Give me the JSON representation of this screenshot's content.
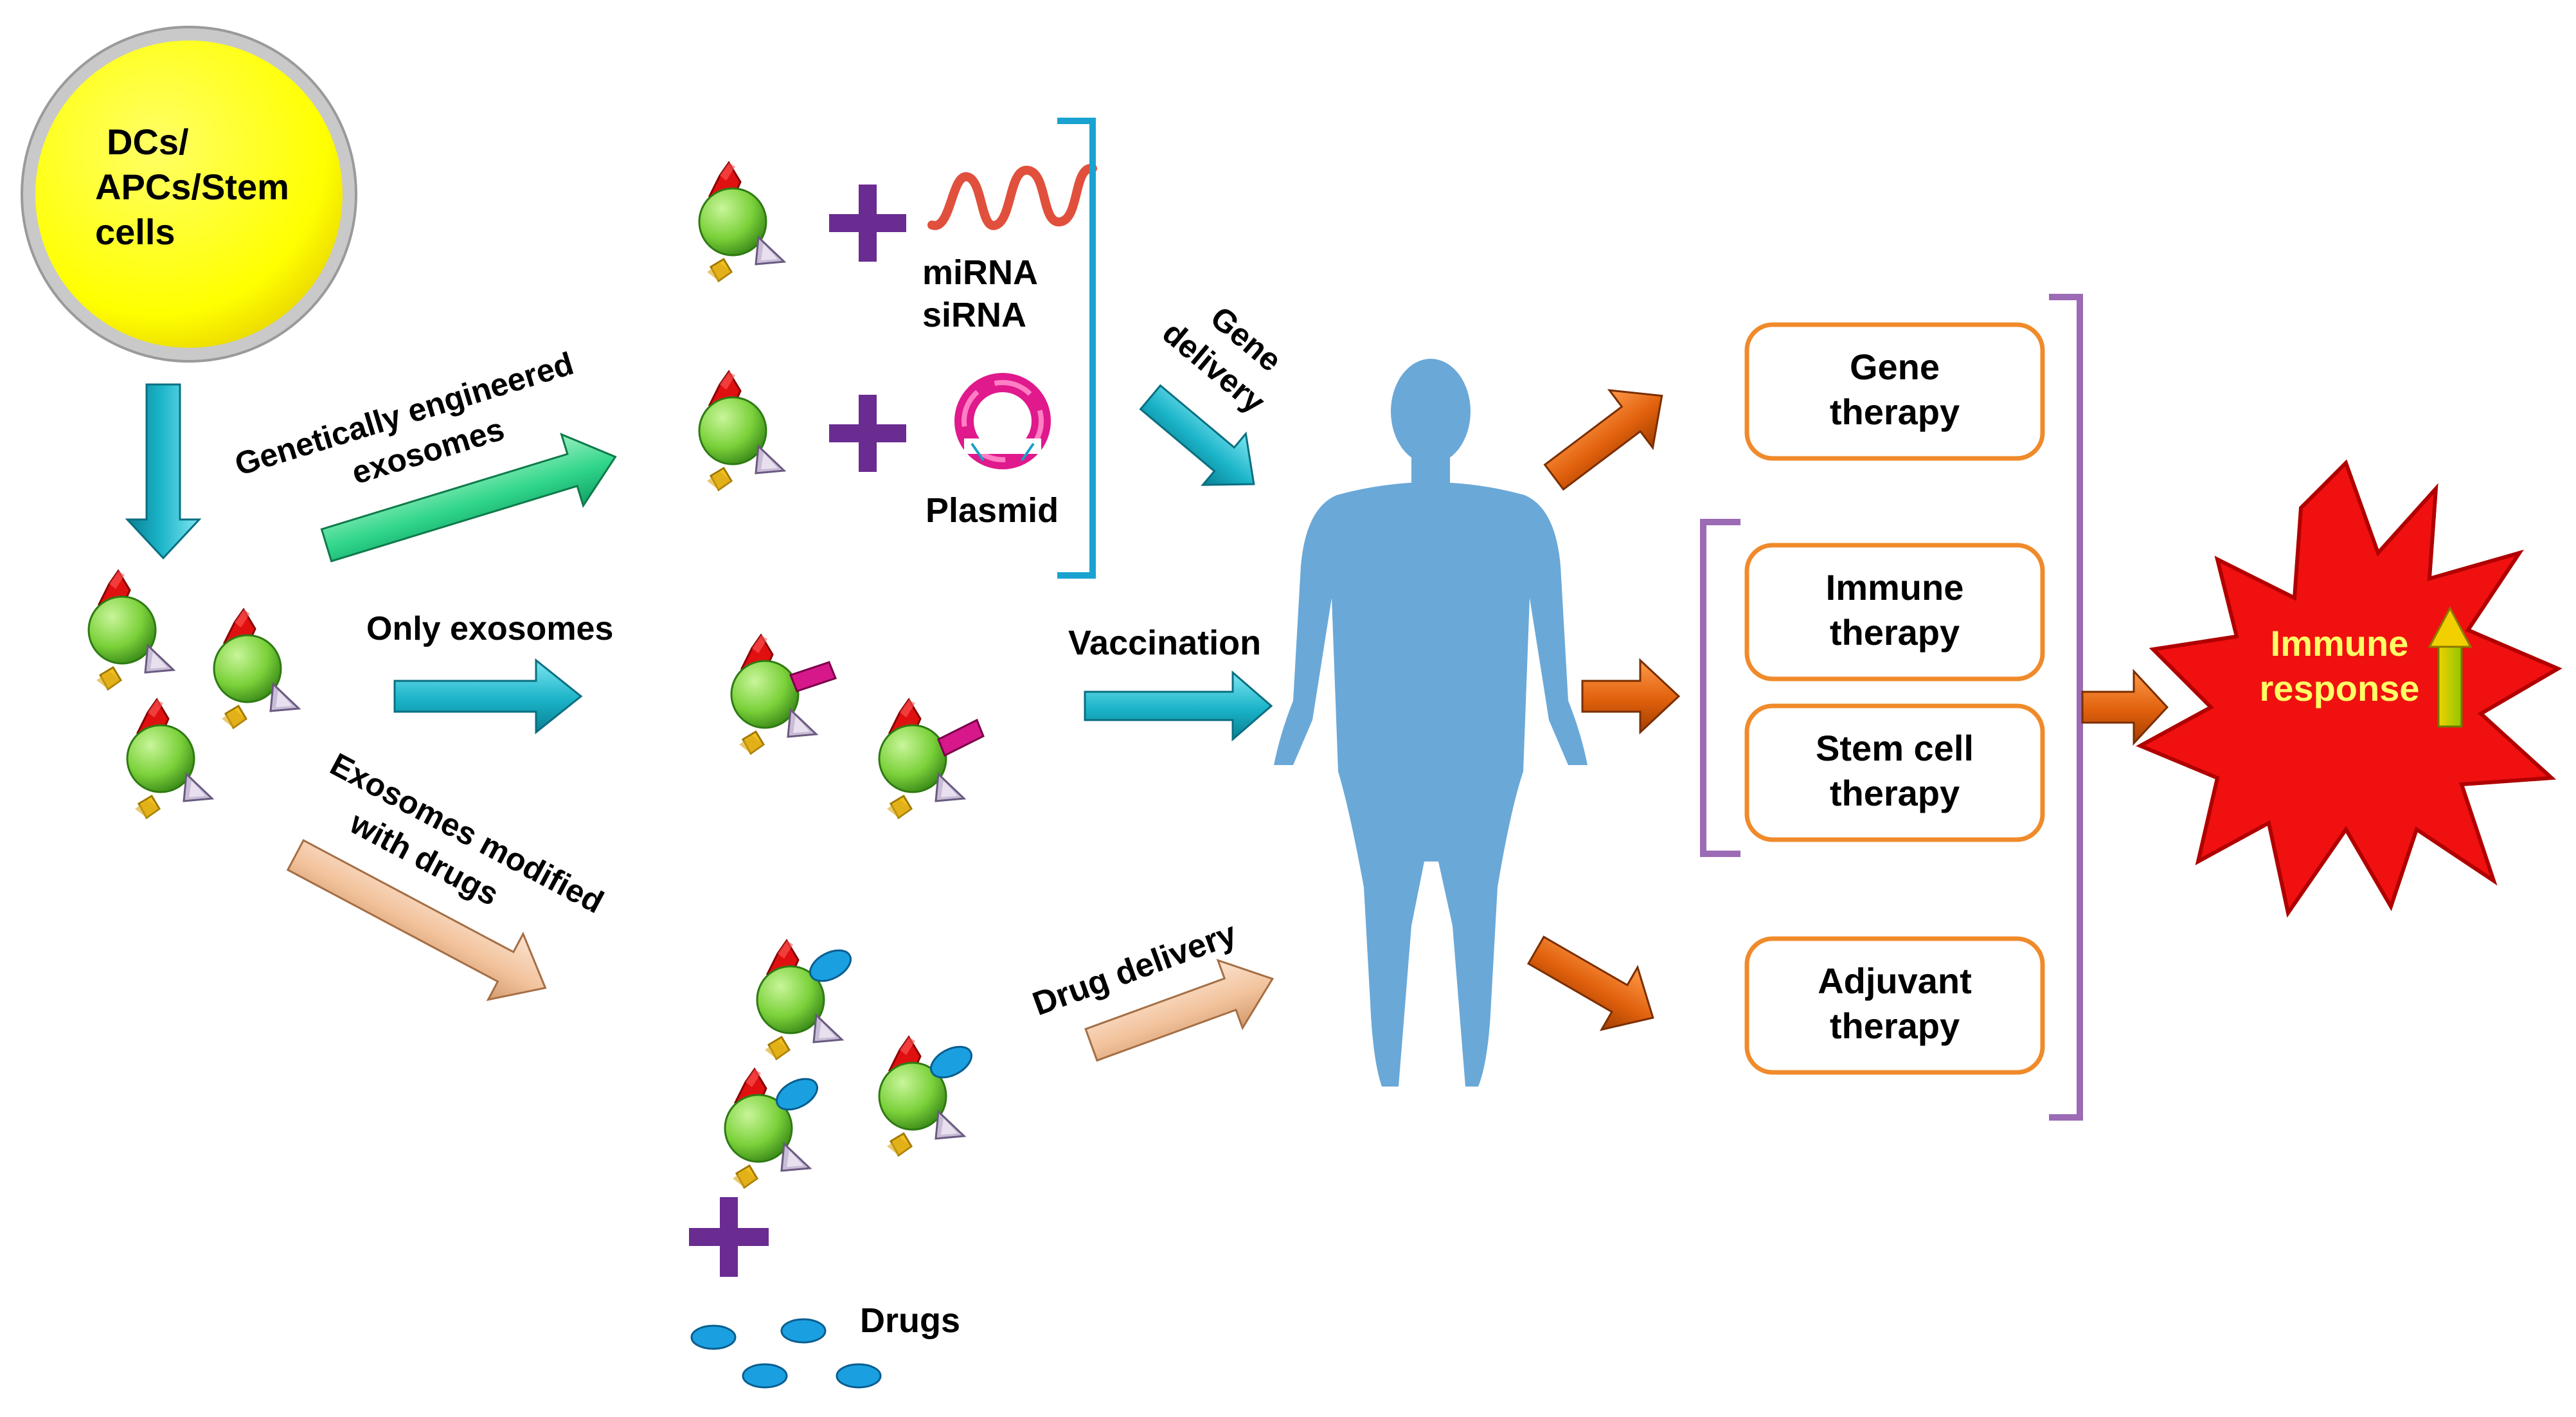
{
  "source_cells": {
    "label_lines": [
      "DCs/",
      "APCs/Stem",
      "cells"
    ]
  },
  "routes": {
    "genetic": {
      "label_lines": [
        "Genetically engineered",
        "exosomes"
      ]
    },
    "only": {
      "label": "Only exosomes"
    },
    "drugs": {
      "label_lines": [
        "Exosomes modified",
        "with drugs"
      ]
    }
  },
  "cargo": {
    "mirna": "miRNA",
    "sirna": "siRNA",
    "plasmid": "Plasmid",
    "drugs": "Drugs"
  },
  "delivery": {
    "gene": {
      "label_lines": [
        "Gene",
        "delivery"
      ]
    },
    "vaccination": "Vaccination",
    "drug": "Drug delivery"
  },
  "therapies": [
    {
      "lines": [
        "Gene",
        "therapy"
      ]
    },
    {
      "lines": [
        "Immune",
        "therapy"
      ]
    },
    {
      "lines": [
        "Stem cell",
        "therapy"
      ]
    },
    {
      "lines": [
        "Adjuvant",
        "therapy"
      ]
    }
  ],
  "outcome": {
    "lines": [
      "Immune",
      "response"
    ]
  },
  "colors": {
    "source_fill": "#ffff00",
    "teal_arrow": "#1ab3c8",
    "green_arrow": "#2fd58a",
    "peach_arrow": "#f2c39d",
    "orange_arrow": "#e0600c",
    "therapy_border": "#f08a2a",
    "bracket_teal": "#1aa3d0",
    "bracket_purple": "#9b6bb5",
    "plus_purple": "#6a2c91",
    "body_blue": "#6aa8d8",
    "burst_red": "#f01010",
    "mirna_red": "#e0503c",
    "plasmid_magenta": "#e0198c",
    "drug_blue": "#1aa0e0",
    "exosome_green": "#7bd13a",
    "protein_red": "#e01010",
    "protein_yellow": "#f0c020",
    "protein_grey": "#b8a8c8"
  }
}
